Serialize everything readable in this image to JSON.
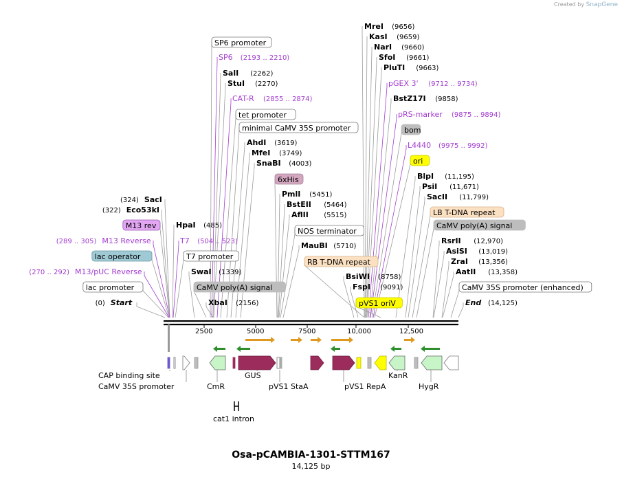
{
  "app": {
    "credit_prefix": "Created by",
    "credit_brand": "SnapGene"
  },
  "plasmid": {
    "name": "Osa-pCAMBIA-1301-STTM167",
    "length_label": "14,125 bp"
  },
  "colors": {
    "backbone": "#000000",
    "leader": "#9a9a9a",
    "primer": "#a23bcf",
    "enzyme_text": "#000000",
    "promoter_fill": "#ffffff",
    "terminator_fill": "#bdbdbd",
    "gus_fill": "#9c2c5b",
    "resistance_fill": "#c7f5c7",
    "ori_fill": "#ffff00",
    "lac_op_fill": "#9ec9d5",
    "his_fill": "#d2a6bf",
    "rb_fill": "#fbe0c2",
    "m13rev_fill": "#e2a6f2",
    "orange_arrow": "#e0991f",
    "green_arrow": "#2f8f2f"
  },
  "labels": [
    {
      "id": "sp6-promoter",
      "text": "SP6 promoter",
      "kind": "box-promoter",
      "row": 65
    },
    {
      "id": "sp6",
      "text": "SP6",
      "range": "(2193 .. 2210)",
      "kind": "primer",
      "row": 87
    },
    {
      "id": "sali",
      "text": "SalI",
      "pos": "(2262)",
      "kind": "enzyme",
      "row": 110
    },
    {
      "id": "stui",
      "text": "StuI",
      "pos": "(2270)",
      "kind": "enzyme",
      "row": 125
    },
    {
      "id": "cat-r",
      "text": "CAT-R",
      "range": "(2855 .. 2874)",
      "kind": "primer",
      "row": 147
    },
    {
      "id": "tet-promoter",
      "text": "tet promoter",
      "kind": "box-promoter",
      "row": 170
    },
    {
      "id": "min-camv",
      "text": "minimal CaMV 35S promoter",
      "kind": "box-promoter",
      "row": 189
    },
    {
      "id": "ahdi",
      "text": "AhdI",
      "pos": "(3619)",
      "kind": "enzyme",
      "row": 211
    },
    {
      "id": "mfei",
      "text": "MfeI",
      "pos": "(3749)",
      "kind": "enzyme",
      "row": 226
    },
    {
      "id": "snabi",
      "text": "SnaBI",
      "pos": "(4003)",
      "kind": "enzyme",
      "row": 241
    },
    {
      "id": "his6",
      "text": "6xHis",
      "kind": "box-his",
      "row": 264
    },
    {
      "id": "pmli",
      "text": "PmlI",
      "pos": "(5451)",
      "kind": "enzyme",
      "row": 286
    },
    {
      "id": "bsteii",
      "text": "BstEII",
      "pos": "(5464)",
      "kind": "enzyme",
      "row": 301
    },
    {
      "id": "aflii",
      "text": "AflII",
      "pos": "(5515)",
      "kind": "enzyme",
      "row": 316
    },
    {
      "id": "nos-term",
      "text": "NOS terminator",
      "kind": "box-promoter",
      "row": 339
    },
    {
      "id": "maubi",
      "text": "MauBI",
      "pos": "(5710)",
      "kind": "enzyme",
      "row": 361
    },
    {
      "id": "rb-tdna",
      "text": "RB T-DNA repeat",
      "kind": "box-rb",
      "row": 384
    },
    {
      "id": "mrei",
      "text": "MreI",
      "pos": "(9656)",
      "kind": "enzyme",
      "row": 42
    },
    {
      "id": "kasi",
      "text": "KasI",
      "pos": "(9659)",
      "kind": "enzyme",
      "row": 57
    },
    {
      "id": "nari",
      "text": "NarI",
      "pos": "(9660)",
      "kind": "enzyme",
      "row": 72
    },
    {
      "id": "sfoi",
      "text": "SfoI",
      "pos": "(9661)",
      "kind": "enzyme",
      "row": 87
    },
    {
      "id": "pluti",
      "text": "PluTI",
      "pos": "(9663)",
      "kind": "enzyme",
      "row": 102
    },
    {
      "id": "pgex3",
      "text": "pGEX 3'",
      "range": "(9712 .. 9734)",
      "kind": "primer",
      "row": 125
    },
    {
      "id": "bstz17i",
      "text": "BstZ17I",
      "pos": "(9858)",
      "kind": "enzyme",
      "row": 147
    },
    {
      "id": "prs-marker",
      "text": "pRS-marker",
      "range": "(9875 .. 9894)",
      "kind": "primer",
      "row": 170
    },
    {
      "id": "bom",
      "text": "bom",
      "kind": "box-term",
      "row": 192
    },
    {
      "id": "l4440",
      "text": "L4440",
      "range": "(9975 .. 9992)",
      "kind": "primer",
      "row": 215
    },
    {
      "id": "ori",
      "text": "ori",
      "kind": "box-ori",
      "row": 237
    },
    {
      "id": "blpi",
      "text": "BlpI",
      "pos": "(11,195)",
      "kind": "enzyme",
      "row": 260
    },
    {
      "id": "psii",
      "text": "PsiI",
      "pos": "(11,671)",
      "kind": "enzyme",
      "row": 275
    },
    {
      "id": "sacii",
      "text": "SacII",
      "pos": "(11,799)",
      "kind": "enzyme",
      "row": 290
    },
    {
      "id": "lb-tdna",
      "text": "LB T-DNA repeat",
      "kind": "box-rb",
      "row": 312
    },
    {
      "id": "camv-polya-r",
      "text": "CaMV poly(A) signal",
      "kind": "box-term",
      "row": 331
    },
    {
      "id": "rsrii",
      "text": "RsrII",
      "pos": "(12,970)",
      "kind": "enzyme",
      "row": 354
    },
    {
      "id": "asisi",
      "text": "AsiSI",
      "pos": "(13,019)",
      "kind": "enzyme",
      "row": 369
    },
    {
      "id": "zrai",
      "text": "ZraI",
      "pos": "(13,356)",
      "kind": "enzyme",
      "row": 384
    },
    {
      "id": "aatii",
      "text": "AatII",
      "pos": "(13,358)",
      "kind": "enzyme",
      "row": 399
    },
    {
      "id": "camv-enh",
      "text": "CaMV 35S promoter (enhanced)",
      "kind": "box-promoter",
      "row": 421
    },
    {
      "id": "end",
      "text": "End",
      "pos": "(14,125)",
      "kind": "end",
      "row": 444
    },
    {
      "id": "saci",
      "text": "SacI",
      "pos": "(324)",
      "kind": "enzyme-left",
      "row": 294
    },
    {
      "id": "eco53ki",
      "text": "Eco53kI",
      "pos": "(322)",
      "kind": "enzyme-left",
      "row": 309
    },
    {
      "id": "m13rev",
      "text": "M13 rev",
      "kind": "box-m13",
      "row": 331
    },
    {
      "id": "hpai",
      "text": "HpaI",
      "pos": "(485)",
      "kind": "enzyme",
      "row": 331
    },
    {
      "id": "m13reverse",
      "text": "M13 Reverse",
      "range": "(289 .. 305)",
      "kind": "primer-left",
      "row": 354
    },
    {
      "id": "t7",
      "text": "T7",
      "range": "(504 .. 523)",
      "kind": "primer",
      "row": 354
    },
    {
      "id": "lac-op",
      "text": "lac operator",
      "kind": "box-lac",
      "row": 376
    },
    {
      "id": "t7-promoter",
      "text": "T7 promoter",
      "kind": "box-promoter",
      "row": 376
    },
    {
      "id": "m13puc",
      "text": "M13/pUC Reverse",
      "range": "(270 .. 292)",
      "kind": "primer-left",
      "row": 399
    },
    {
      "id": "swai",
      "text": "SwaI",
      "pos": "(1339)",
      "kind": "enzyme",
      "row": 399
    },
    {
      "id": "lac-promoter",
      "text": "lac promoter",
      "kind": "box-promoter",
      "row": 421
    },
    {
      "id": "camv-polya-l",
      "text": "CaMV poly(A) signal",
      "kind": "box-term",
      "row": 421
    },
    {
      "id": "start",
      "text": "Start",
      "pos": "(0)",
      "kind": "start",
      "row": 444
    },
    {
      "id": "xbai",
      "text": "XbaI",
      "pos": "(2156)",
      "kind": "enzyme",
      "row": 444
    },
    {
      "id": "bsiwi",
      "text": "BsiWI",
      "pos": "(8758)",
      "kind": "enzyme",
      "row": 406
    },
    {
      "id": "fspi",
      "text": "FspI",
      "pos": "(9091)",
      "kind": "enzyme",
      "row": 421
    },
    {
      "id": "pvs1-oriv",
      "text": "pVS1 oriV",
      "kind": "box-ori",
      "row": 444
    }
  ],
  "axis": {
    "ticks": [
      "2500",
      "5000",
      "7500",
      "10,000",
      "12,500"
    ]
  },
  "features_bottom": [
    {
      "id": "cap-site",
      "text": "CAP binding site",
      "row": 550
    },
    {
      "id": "camv35s",
      "text": "CaMV 35S promoter",
      "row": 566
    },
    {
      "id": "cmr",
      "text": "CmR",
      "row": 566
    },
    {
      "id": "gus",
      "text": "GUS",
      "row": 550
    },
    {
      "id": "pvs1-staa",
      "text": "pVS1 StaA",
      "row": 566
    },
    {
      "id": "pvs1-repa",
      "text": "pVS1 RepA",
      "row": 566
    },
    {
      "id": "kanr",
      "text": "KanR",
      "row": 550
    },
    {
      "id": "hygr",
      "text": "HygR",
      "row": 566
    },
    {
      "id": "cat1-intron",
      "text": "cat1 intron",
      "row": 613
    }
  ]
}
